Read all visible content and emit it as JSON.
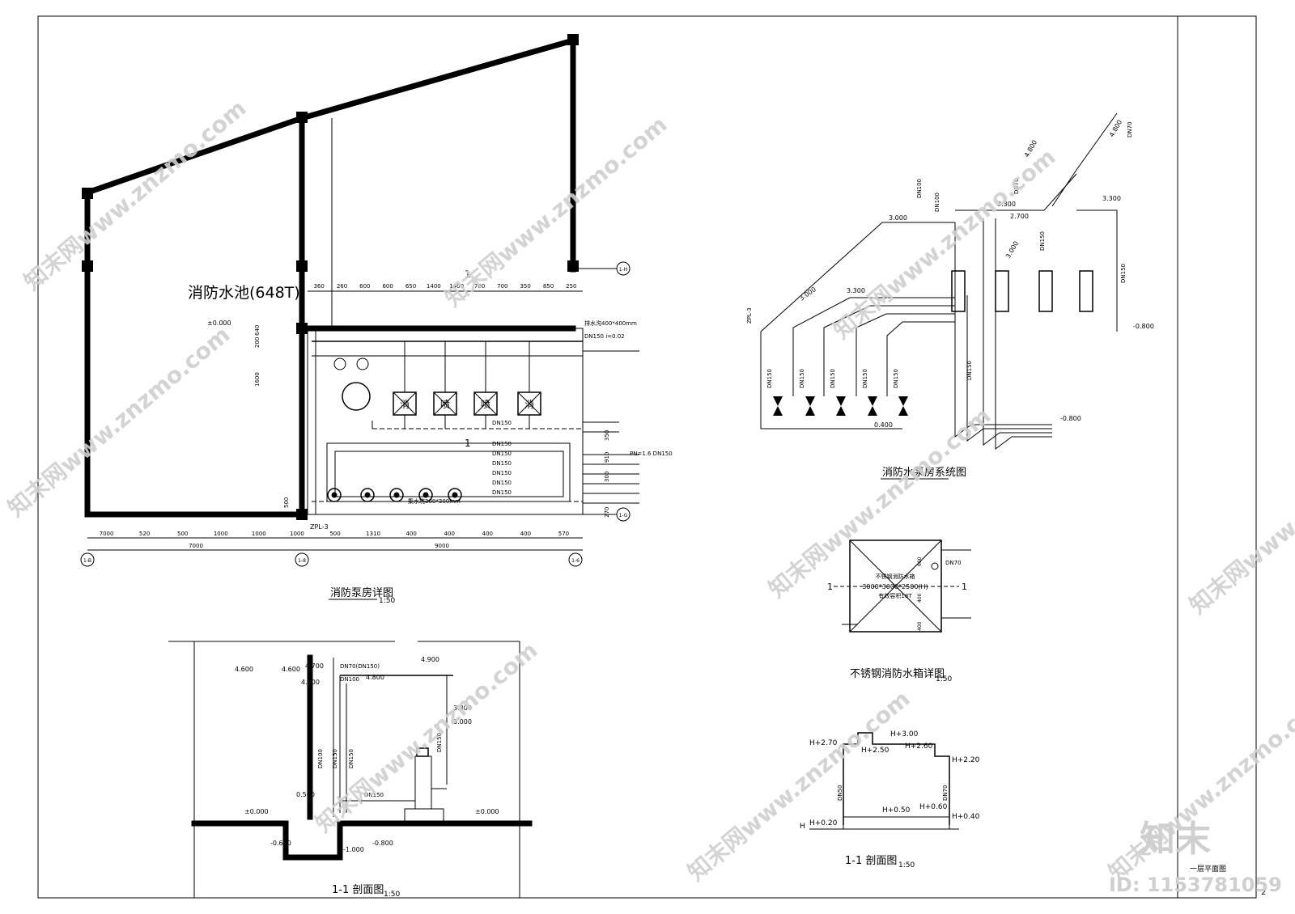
{
  "drawings": {
    "pump_room_plan": {
      "title": "消防泵房详图",
      "scale": "1:50",
      "pool_label": "消防水池(648T)",
      "elev_0": "±0.000",
      "dims_top": [
        "360",
        "260",
        "600",
        "600",
        "650",
        "1400",
        "1400",
        "700",
        "700",
        "350",
        "850",
        "250"
      ],
      "dims_bottom_1": [
        "7000",
        "520",
        "500",
        "1000",
        "1000",
        "1000",
        "500",
        "1310",
        "400",
        "400",
        "400",
        "400",
        "570"
      ],
      "dims_bottom_2": [
        "7000",
        "9000"
      ],
      "pipe_labels": [
        "DN150",
        "DN150",
        "DN150",
        "DN150",
        "DN150",
        "DN150",
        "DN150"
      ],
      "tank_labels": [
        "消",
        "喷",
        "喷",
        "消"
      ],
      "marker_zpl": "ZPL-3",
      "section_mark": "1",
      "axis_a": "1-B",
      "axis_b": "1-8",
      "axis_c": "1-6",
      "axis_h": "1-H",
      "axis_g": "1-G",
      "note_pn": "PN=1.6 DN150",
      "note_trench": "排水沟400*400mm",
      "note_pit": "集水坑300*300mm",
      "note_slope": "DN150 i=0.02",
      "side_dims": [
        "200",
        "640",
        "1600",
        "500",
        "910",
        "350",
        "300",
        "270"
      ]
    },
    "section_left": {
      "title": "1-1 剖面图",
      "scale": "1:50",
      "elevations": [
        "4.600",
        "4.600",
        "4.700",
        "4.100",
        "4.800",
        "4.900",
        "3.300",
        "3.000",
        "0.500",
        "±0.000",
        "±0.000",
        "-0.600",
        "-1.000",
        "-0.800"
      ],
      "pipes": [
        "DN70(DN150)",
        "DN100",
        "DN150",
        "DN100",
        "DN150",
        "DN150",
        "DN150"
      ]
    },
    "system_diagram": {
      "title": "消防水泵房系统图",
      "elevations": [
        "3.000",
        "3.000",
        "3.300",
        "3.300",
        "2.700",
        "3.000",
        "3.300",
        "4.800",
        "4.800",
        "0.400",
        "-0.800",
        "-0.800"
      ],
      "pipes": [
        "DN150",
        "DN150",
        "DN150",
        "DN150",
        "DN150",
        "DN100",
        "DN100",
        "DN70",
        "DN150",
        "DN70",
        "DN150",
        "DN150"
      ],
      "marker": "ZPL-3"
    },
    "tank_detail": {
      "title": "不锈钢消防水箱详图",
      "scale": "1:50",
      "tank_name": "不锈钢消防水箱",
      "tank_size": "3000*3000*2500(H)",
      "tank_capacity": "有效容积18T",
      "section_marks": [
        "1",
        "1"
      ],
      "dims": [
        "600",
        "400",
        "400"
      ],
      "pipe": "DN70"
    },
    "tank_section": {
      "title": "1-1 剖面图",
      "scale": "1:50",
      "levels": [
        "H+3.00",
        "H+2.70",
        "H+2.50",
        "H+2.60",
        "H+2.20",
        "H+0.50",
        "H+0.60",
        "H+0.20",
        "H+0.40",
        "H"
      ],
      "pipes": [
        "DN50",
        "DN70"
      ]
    }
  },
  "title_block": {
    "sheet_name": "一层平面图",
    "page": "2"
  },
  "watermark": {
    "brand": "知末",
    "id_text": "ID: 1153781059",
    "site": "知末网www.znzmo.com"
  },
  "colors": {
    "line": "#000000",
    "watermark": "#cfcfcf",
    "background": "#ffffff"
  }
}
